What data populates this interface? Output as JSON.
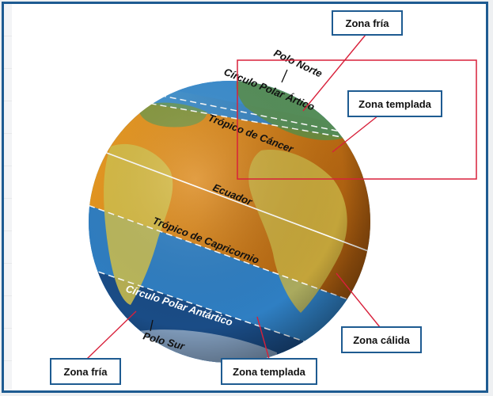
{
  "labels": {
    "zona_fria_top": "Zona fría",
    "zona_templada_top": "Zona templada",
    "zona_calida": "Zona cálida",
    "zona_fria_bottom": "Zona fría",
    "zona_templada_bottom": "Zona templada"
  },
  "globe_labels": {
    "polo_norte": "Polo Norte",
    "circulo_polar_artico": "Círculo Polar Ártico",
    "tropico_cancer": "Trópico de Cáncer",
    "ecuador": "Ecuador",
    "tropico_capricornio": "Trópico de Capricornio",
    "circulo_polar_antartico": "Círculo Polar Antártico",
    "polo_sur": "Polo Sur"
  },
  "colors": {
    "zone_cold": "#2a76b8",
    "zone_temperate": "#3d8fcf",
    "zone_warm": "#e08a1a",
    "leader_line": "#d8203a",
    "label_border": "#1e5b91",
    "highlight_box": "#d8203a"
  }
}
